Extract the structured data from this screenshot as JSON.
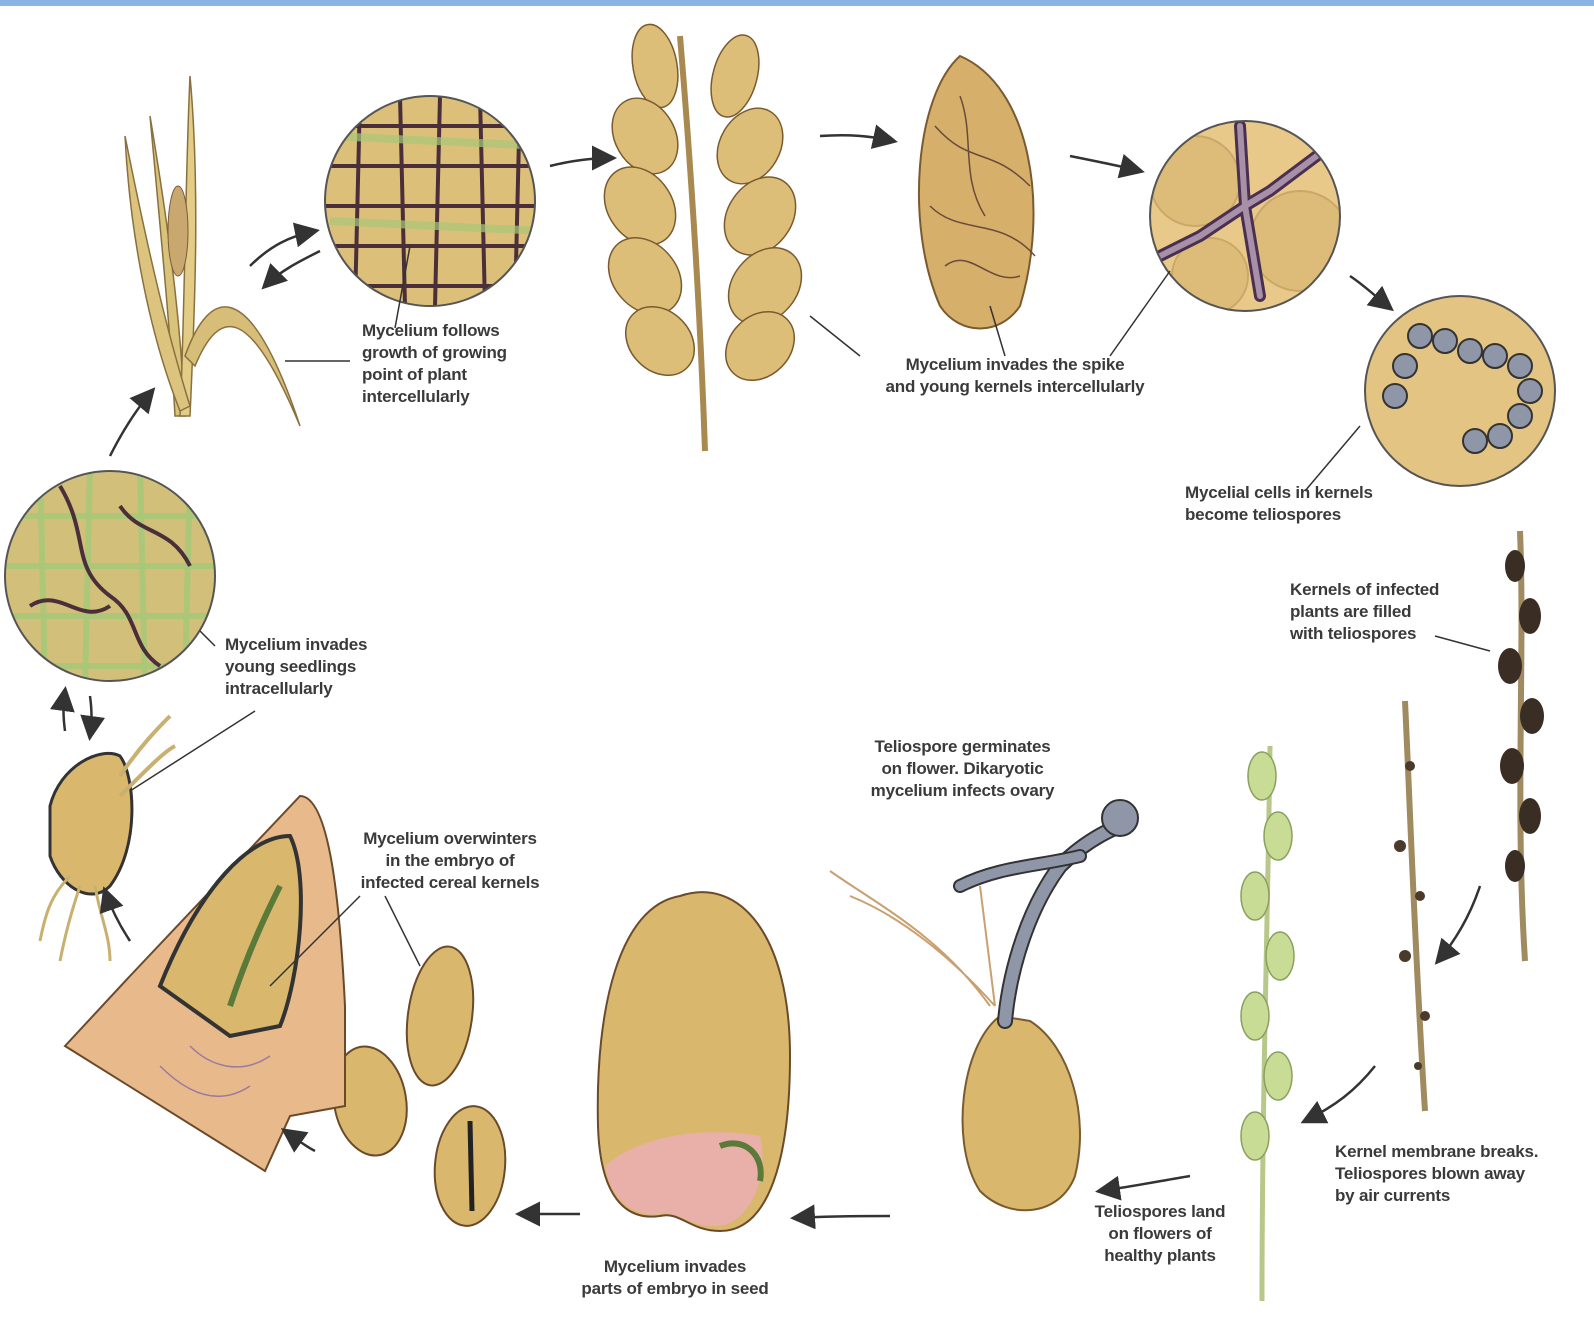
{
  "labels": {
    "growing_point": "Mycelium follows\ngrowth of growing\npoint of plant\nintercellularly",
    "spike_kernels": "Mycelium invades the spike\nand young kernels intercellularly",
    "teliospores_form": "Mycelial cells in kernels\nbecome teliospores",
    "kernels_filled": "Kernels of infected\nplants are filled\nwith teliospores",
    "membrane_breaks": "Kernel membrane breaks.\nTeliospores blown away\nby air currents",
    "land_on_flowers": "Teliospores land\non flowers of\nhealthy plants",
    "germinates": "Teliospore germinates\non flower. Dikaryotic\nmycelium infects ovary",
    "embryo_parts": "Mycelium invades\nparts of embryo in seed",
    "overwinters": "Mycelium overwinters\nin the embryo of\ninfected cereal kernels",
    "seedlings": "Mycelium invades\nyoung seedlings\nintracellularly"
  },
  "colors": {
    "grain": "#d9b86e",
    "grain_dark": "#b8914a",
    "hyphae": "#5a3a4a",
    "spore": "#8e96a8",
    "green_tint": "#b9d48a",
    "healthy_spike": "#c8dc96",
    "arrow": "#333333",
    "section": "#e8b98a"
  }
}
